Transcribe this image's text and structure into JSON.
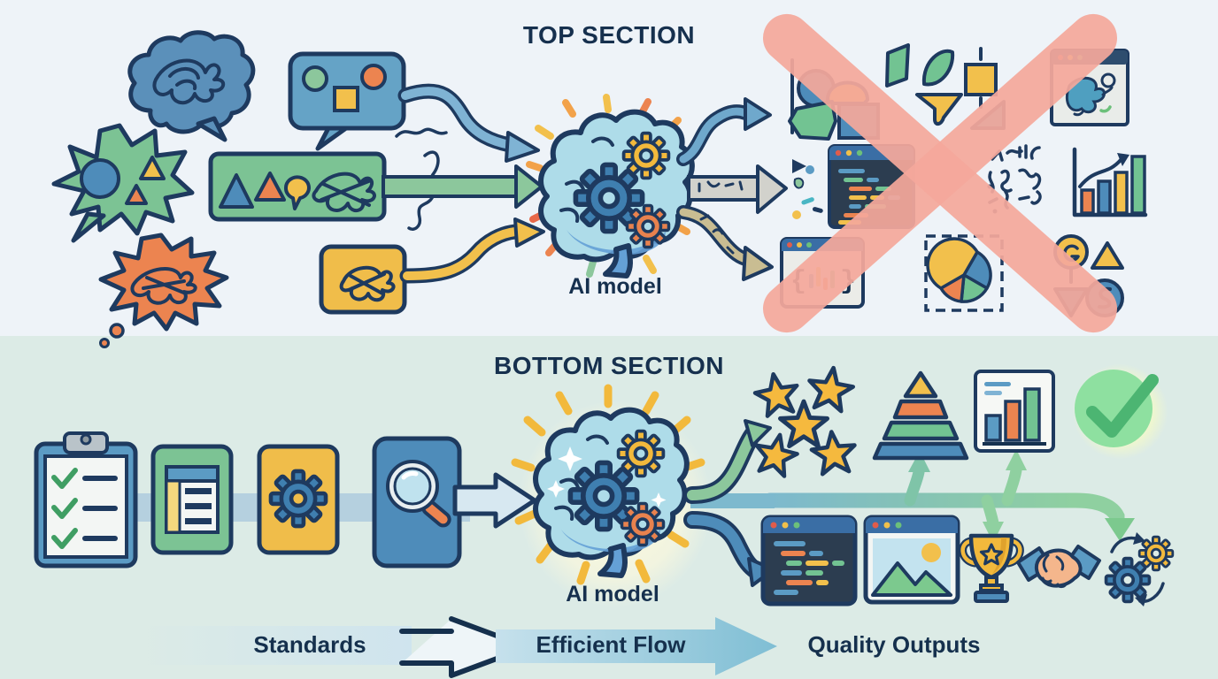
{
  "top_section": {
    "title": "TOP SECTION",
    "model_label": "AI model",
    "braces_open": "{",
    "braces_close": "}",
    "inputs": [
      "thought-cloud-scribble",
      "green-burst-shapes",
      "orange-burst-scribble",
      "blue-speech-shapes",
      "green-panel-shapes",
      "yellow-panel-scribble"
    ],
    "input_arrow_colors": [
      "#7fb3d4",
      "#8cc79c",
      "#f2c04c"
    ],
    "output_arrow_colors": [
      "#6fa8cc",
      "#d2d2cc",
      "#c9bd92"
    ],
    "outputs": [
      "scattered-shapes",
      "dark-code-window",
      "braces-window",
      "dashed-pie-chart",
      "shape-cluster",
      "abstract-window",
      "noise-squiggles",
      "bar-chart-trend",
      "misc-symbols"
    ],
    "crossed_out": true
  },
  "bottom_section": {
    "title": "BOTTOM SECTION",
    "model_label": "AI model",
    "inputs": [
      "checklist-clipboard",
      "form-document",
      "process-gear",
      "review-magnifier"
    ],
    "outputs_row1": [
      "five-stars",
      "layered-pyramid",
      "bar-chart-card",
      "success-check"
    ],
    "outputs_row2": [
      "dark-code-window",
      "image-window",
      "trophy",
      "handshake",
      "sync-gears"
    ]
  },
  "footer": {
    "standards_label": "Standards",
    "flow_label": "Efficient Flow",
    "outputs_label": "Quality Outputs"
  },
  "colors": {
    "top_background": "#eef3f8",
    "bottom_background": "#dcebe6",
    "outline_navy": "#1e3a5f",
    "text_navy": "#16304e",
    "blue": "#4e8cba",
    "green": "#72c392",
    "yellow": "#f2c04c",
    "orange": "#ec8450",
    "reject_x": "#f4a89b",
    "flow_teal": "#7db9ce",
    "flow_green": "#8fd0a0"
  }
}
